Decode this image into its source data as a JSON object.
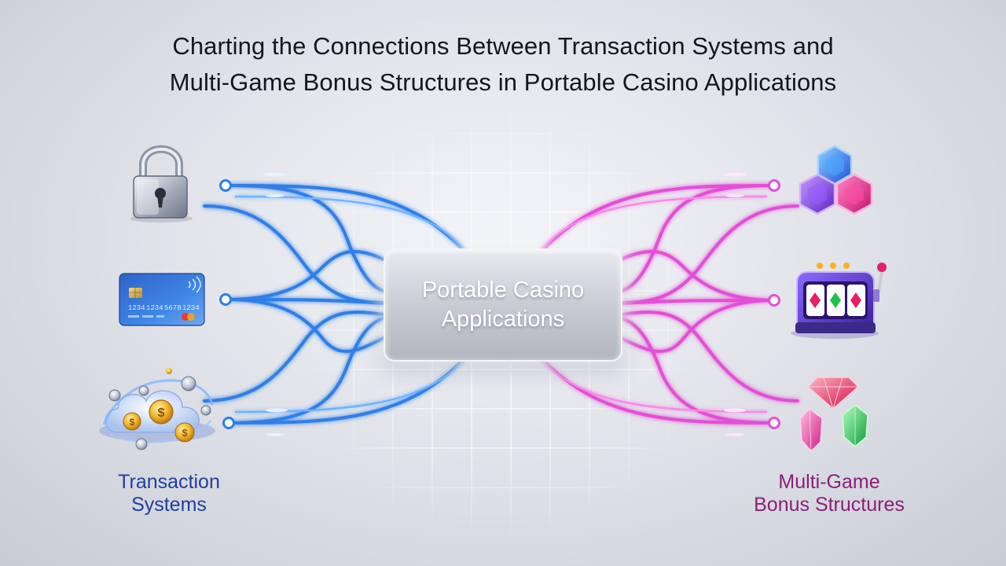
{
  "title": {
    "line1": "Charting the Connections Between Transaction Systems and",
    "line2": "Multi-Game Bonus Structures in Portable Casino Applications"
  },
  "hub": {
    "label": "Portable Casino Applications"
  },
  "left_group": {
    "label_line1": "Transaction",
    "label_line2": "Systems",
    "color": "#1d3f9e",
    "line_color": "#2f7fe8",
    "icons": [
      "padlock-icon",
      "credit-card-icon",
      "coins-cloud-icon"
    ],
    "card_digits": [
      "1234",
      "1234",
      "5678",
      "1234"
    ]
  },
  "right_group": {
    "label_line1": "Multi-Game",
    "label_line2": "Bonus Structures",
    "color": "#8a1f79",
    "line_color": "#e34fd6",
    "icons": [
      "hexagon-gems-icon",
      "slot-machine-icon",
      "gems-icon"
    ]
  }
}
